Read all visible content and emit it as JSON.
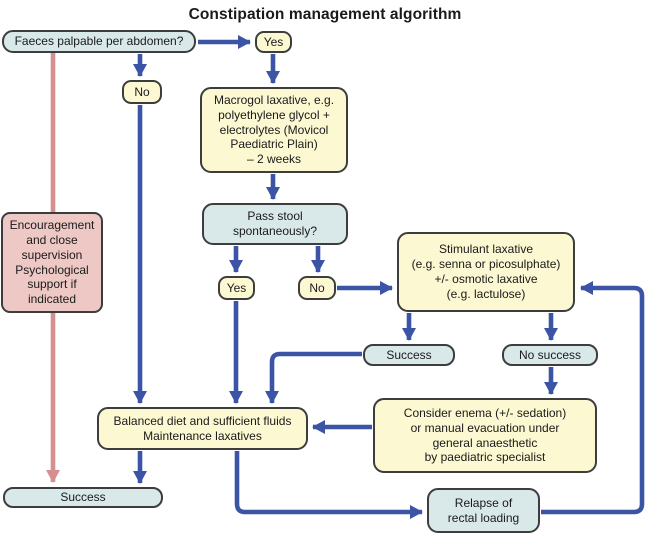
{
  "title": "Constipation management algorithm",
  "colors": {
    "arrow_blue": "#3b54a5",
    "line_pink": "#d68e8e",
    "box_teal": "#d9e8e9",
    "box_yellow": "#fcf8d2",
    "box_pink": "#eec8c4",
    "border": "#3d3d3d",
    "text": "#1a1a1a",
    "background": "#ffffff"
  },
  "nodes": {
    "faeces_question": "Faeces palpable per abdomen?",
    "yes_top": "Yes",
    "no_top": "No",
    "macrogol": "Macrogol laxative, e.g.\npolyethylene glycol +\nelectrolytes (Movicol\nPaediatric Plain)\n– 2 weeks",
    "pass_stool": "Pass stool\nspontaneously?",
    "yes_pass": "Yes",
    "no_pass": "No",
    "stimulant": "Stimulant laxative\n(e.g. senna or picosulphate)\n+/- osmotic laxative\n(e.g. lactulose)",
    "success_right": "Success",
    "no_success": "No success",
    "enema": "Consider enema (+/- sedation)\nor manual evacuation under\ngeneral anaesthetic\nby paediatric specialist",
    "balanced_diet": "Balanced diet and sufficient fluids\nMaintenance laxatives",
    "encouragement": "Encouragement\nand close\nsupervision\nPsychological\nsupport if\nindicated",
    "success_bottom": "Success",
    "relapse": "Relapse of\nrectal loading"
  },
  "edges": [
    {
      "from": "faeces_question",
      "to": "yes_top",
      "color": "blue"
    },
    {
      "from": "faeces_question",
      "to": "no_top",
      "color": "blue"
    },
    {
      "from": "yes_top",
      "to": "macrogol",
      "color": "blue"
    },
    {
      "from": "macrogol",
      "to": "pass_stool",
      "color": "blue"
    },
    {
      "from": "pass_stool",
      "to": "yes_pass",
      "color": "blue"
    },
    {
      "from": "pass_stool",
      "to": "no_pass",
      "color": "blue"
    },
    {
      "from": "no_pass",
      "to": "stimulant",
      "color": "blue"
    },
    {
      "from": "stimulant",
      "to": "success_right",
      "color": "blue"
    },
    {
      "from": "stimulant",
      "to": "no_success",
      "color": "blue"
    },
    {
      "from": "no_success",
      "to": "enema",
      "color": "blue"
    },
    {
      "from": "enema",
      "to": "balanced_diet",
      "color": "blue"
    },
    {
      "from": "success_right",
      "to": "balanced_diet",
      "color": "blue"
    },
    {
      "from": "no_top",
      "to": "balanced_diet",
      "color": "blue"
    },
    {
      "from": "yes_pass",
      "to": "balanced_diet",
      "color": "blue"
    },
    {
      "from": "balanced_diet",
      "to": "success_bottom",
      "color": "blue"
    },
    {
      "from": "balanced_diet",
      "to": "relapse",
      "color": "blue"
    },
    {
      "from": "relapse",
      "to": "stimulant",
      "color": "blue"
    },
    {
      "from": "faeces_question",
      "to": "success_bottom",
      "color": "pink"
    }
  ]
}
